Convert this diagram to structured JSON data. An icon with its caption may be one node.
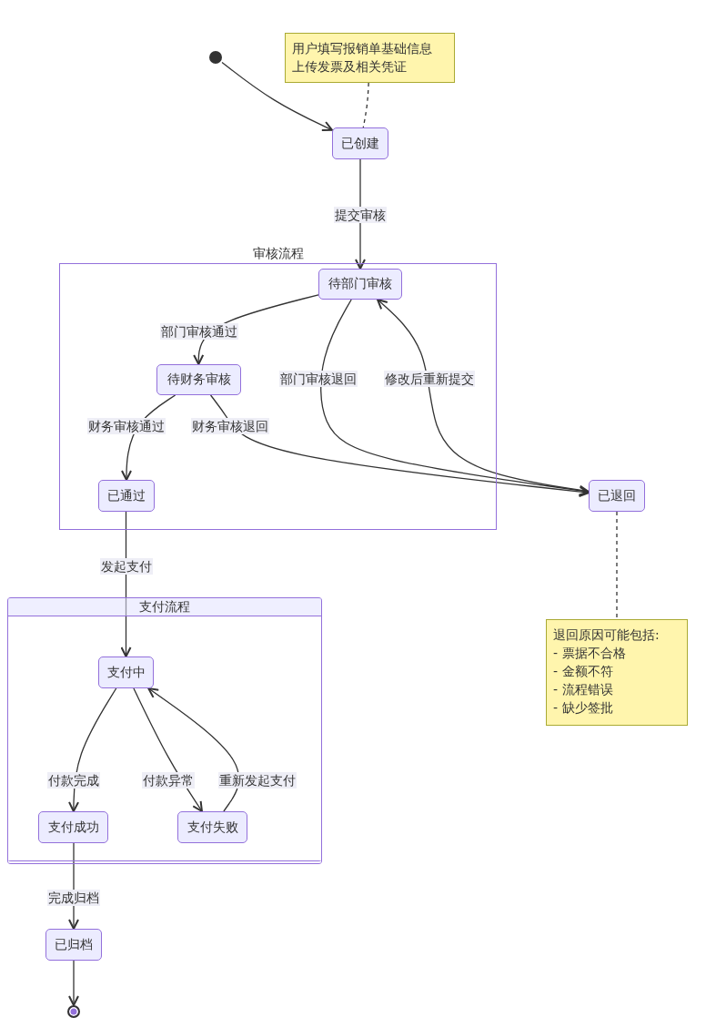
{
  "diagram": {
    "nodes": [
      {
        "text": [],
        "shape": "circle"
      },
      {
        "text": [
          "用户填写报销单基础信息",
          "上传发票及相关凭证"
        ]
      },
      {
        "text": [
          "已创建"
        ]
      },
      {
        "text": [
          "审核流程"
        ]
      },
      {
        "text": [
          "待部门审核"
        ],
        "in": 3
      },
      {
        "text": [
          "待财务审核"
        ],
        "in": 3
      },
      {
        "text": [
          "已通过"
        ],
        "in": 3
      },
      {
        "text": [
          "已退回"
        ]
      },
      {
        "text": [
          "支付流程"
        ]
      },
      {
        "text": [
          "支付中"
        ],
        "in": 8
      },
      {
        "text": [
          "支付成功"
        ],
        "in": 8
      },
      {
        "text": [
          "支付失败"
        ],
        "in": 8
      },
      {
        "text": [
          "已归档"
        ]
      },
      {
        "text": [],
        "shape": "circle"
      },
      {
        "text": [
          "退回原因可能包括:",
          "- 票据不合格",
          "- 金额不符",
          "- 流程错误",
          "- 缺少签批"
        ]
      }
    ],
    "edges": [
      {
        "from": 0,
        "to": 2,
        "arrow": "to"
      },
      {
        "from": 1,
        "to": 2,
        "arrow": "none",
        "style": "dashed"
      },
      {
        "from": 2,
        "to": 4,
        "arrow": "to",
        "label": "提交审核"
      },
      {
        "from": 4,
        "to": 5,
        "arrow": "to",
        "label": "部门审核通过"
      },
      {
        "from": 5,
        "to": 6,
        "arrow": "to",
        "label": "财务审核通过"
      },
      {
        "from": 5,
        "to": 7,
        "arrow": "to",
        "label": "财务审核退回"
      },
      {
        "from": 4,
        "to": 7,
        "arrow": "to",
        "label": "部门审核退回"
      },
      {
        "from": 7,
        "to": 4,
        "arrow": "to",
        "label": "修改后重新提交"
      },
      {
        "from": 6,
        "to": 9,
        "arrow": "to",
        "label": "发起支付"
      },
      {
        "from": 9,
        "to": 10,
        "arrow": "to",
        "label": "付款完成"
      },
      {
        "from": 9,
        "to": 11,
        "arrow": "to",
        "label": "付款异常"
      },
      {
        "from": 11,
        "to": 9,
        "arrow": "to",
        "label": "重新发起支付"
      },
      {
        "from": 10,
        "to": 12,
        "arrow": "to",
        "label": "完成归档"
      },
      {
        "from": 12,
        "to": 13,
        "arrow": "to"
      },
      {
        "from": 7,
        "to": 14,
        "arrow": "none",
        "style": "dashed"
      }
    ]
  }
}
